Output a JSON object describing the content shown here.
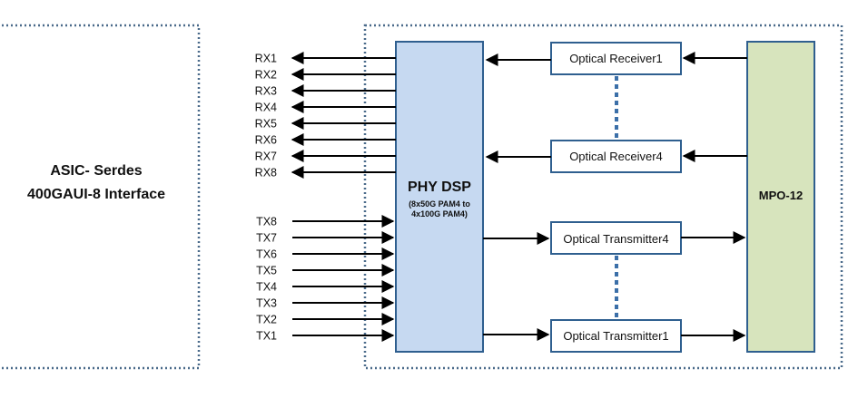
{
  "colors": {
    "dotted_border": "#4a6a8a",
    "block_border": "#2f5f8f",
    "phy_fill": "#c6d9f1",
    "mpo_fill": "#d7e4bd",
    "arrow": "#000000",
    "link_dots": "#3b6fa8"
  },
  "asic": {
    "line1": "ASIC- Serdes",
    "line2": "400GAUI-8 Interface"
  },
  "phy": {
    "title": "PHY DSP",
    "sub1": "(8x50G PAM4 to",
    "sub2": "4x100G PAM4)"
  },
  "mpo": {
    "label": "MPO-12"
  },
  "rx_lanes": [
    "RX1",
    "RX2",
    "RX3",
    "RX4",
    "RX5",
    "RX6",
    "RX7",
    "RX8"
  ],
  "tx_lanes": [
    "TX8",
    "TX7",
    "TX6",
    "TX5",
    "TX4",
    "TX3",
    "TX2",
    "TX1"
  ],
  "optics": {
    "rx_top": "Optical Receiver1",
    "rx_bottom": "Optical Receiver4",
    "tx_top": "Optical Transmitter4",
    "tx_bottom": "Optical Transmitter1"
  }
}
